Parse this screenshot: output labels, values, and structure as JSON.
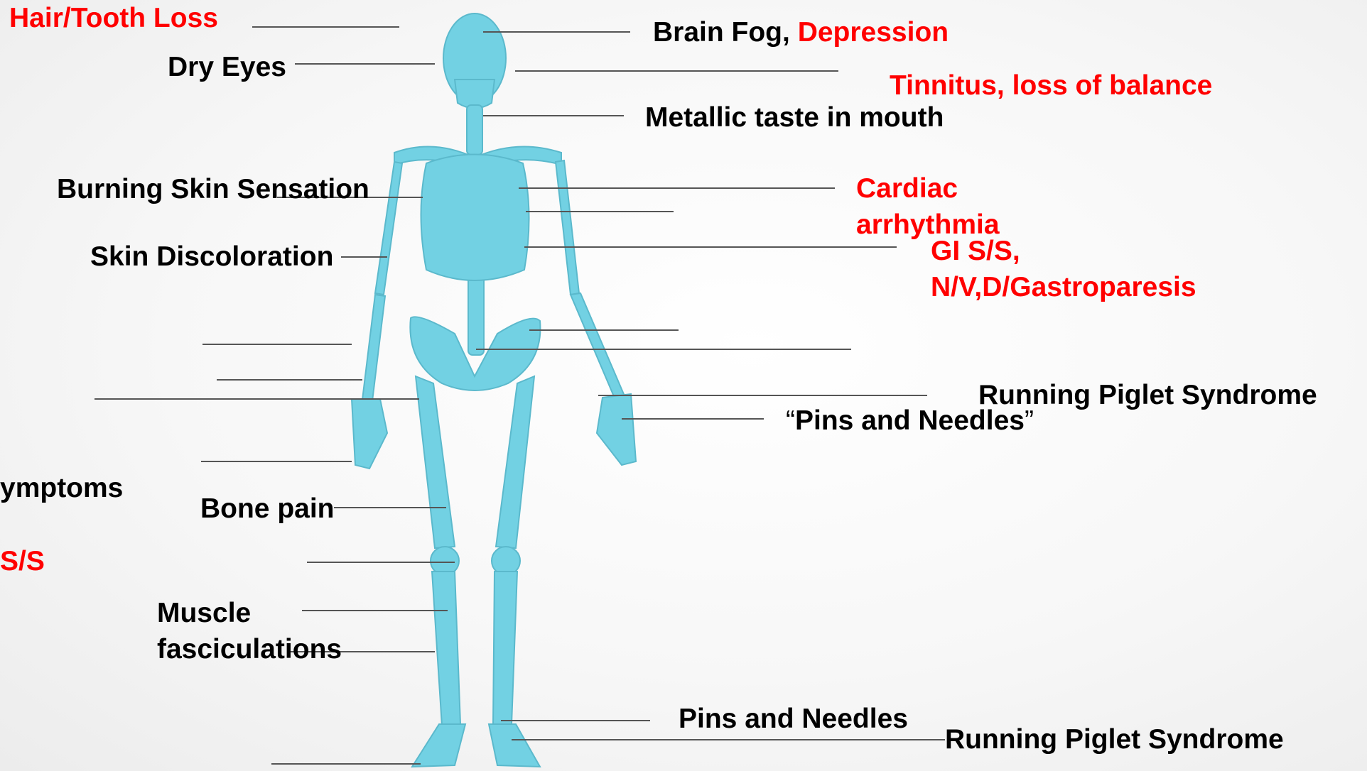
{
  "colors": {
    "bone": "#72d1e3",
    "bone_detail": "#5bb9cc",
    "leader_line": "#555555",
    "label_black": "#000000",
    "label_red": "#ff0000"
  },
  "labels": {
    "hair_tooth_loss": "Hair/Tooth Loss",
    "dry_eyes": "Dry Eyes",
    "brain_fog": "Brain Fog,",
    "depression": "Depression",
    "tinnitus": "Tinnitus, loss of balance",
    "metallic_taste": "Metallic taste in mouth",
    "burning_skin": "Burning Skin Sensation",
    "cardiac_line1": "Cardiac",
    "cardiac_line2": "arrhythmia",
    "skin_discoloration": "Skin Discoloration",
    "gi_line1": "GI S/S,",
    "gi_line2": "N/V,D/Gastroparesis",
    "running_piglet_hand": "Running Piglet Syndrome",
    "pins_needles_hand_open": "“",
    "pins_needles_hand": "Pins and Needles",
    "pins_needles_hand_close": "”",
    "symptoms_partial": "ymptoms",
    "ss_partial": "S/S",
    "bone_pain": "Bone pain",
    "muscle_line1": "Muscle",
    "muscle_line2": "fasciculations",
    "pins_needles_foot": "Pins and Needles",
    "running_piglet_foot": "Running Piglet Syndrome"
  }
}
